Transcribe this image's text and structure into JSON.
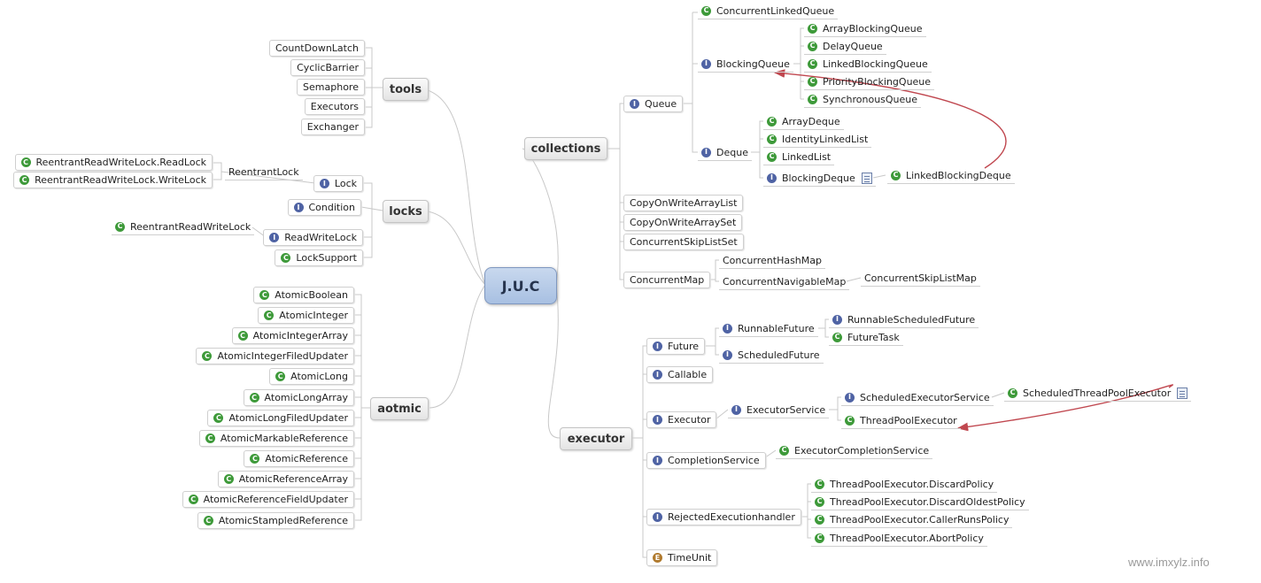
{
  "root": "J.U.C",
  "categories": {
    "tools": "tools",
    "locks": "locks",
    "aotmic": "aotmic",
    "collections": "collections",
    "executor": "executor"
  },
  "tools": [
    "CountDownLatch",
    "CyclicBarrier",
    "Semaphore",
    "Executors",
    "Exchanger"
  ],
  "locks": {
    "reentrant_lock": "ReentrantLock",
    "read_lock": "ReentrantReadWriteLock.ReadLock",
    "write_lock": "ReentrantReadWriteLock.WriteLock",
    "lock": "Lock",
    "condition": "Condition",
    "rrwl": "ReentrantReadWriteLock",
    "read_write_lock": "ReadWriteLock",
    "lock_support": "LockSupport"
  },
  "atomic": [
    "AtomicBoolean",
    "AtomicInteger",
    "AtomicIntegerArray",
    "AtomicIntegerFiledUpdater",
    "AtomicLong",
    "AtomicLongArray",
    "AtomicLongFiledUpdater",
    "AtomicMarkableReference",
    "AtomicReference",
    "AtomicReferenceArray",
    "AtomicReferenceFieldUpdater",
    "AtomicStampledReference"
  ],
  "collections": {
    "queue": "Queue",
    "concurrent_linked_queue": "ConcurrentLinkedQueue",
    "blocking_queue": "BlockingQueue",
    "blocking_queue_impls": [
      "ArrayBlockingQueue",
      "DelayQueue",
      "LinkedBlockingQueue",
      "PriorityBlockingQueue",
      "SynchronousQueue"
    ],
    "deque": "Deque",
    "deque_impls": [
      "ArrayDeque",
      "IdentityLinkedList",
      "LinkedList"
    ],
    "blocking_deque": "BlockingDeque",
    "linked_blocking_deque": "LinkedBlockingDeque",
    "copy_on_write_array_list": "CopyOnWriteArrayList",
    "copy_on_write_array_set": "CopyOnWriteArraySet",
    "concurrent_skip_list_set": "ConcurrentSkipListSet",
    "concurrent_map": "ConcurrentMap",
    "concurrent_hash_map": "ConcurrentHashMap",
    "concurrent_navigable_map": "ConcurrentNavigableMap",
    "concurrent_skip_list_map": "ConcurrentSkipListMap"
  },
  "executor": {
    "future": "Future",
    "runnable_future": "RunnableFuture",
    "runnable_scheduled_future": "RunnableScheduledFuture",
    "future_task": "FutureTask",
    "scheduled_future": "ScheduledFuture",
    "callable": "Callable",
    "executor": "Executor",
    "executor_service": "ExecutorService",
    "scheduled_executor_service": "ScheduledExecutorService",
    "scheduled_thread_pool_executor": "ScheduledThreadPoolExecutor",
    "thread_pool_executor": "ThreadPoolExecutor",
    "completion_service": "CompletionService",
    "executor_completion_service": "ExecutorCompletionService",
    "rejected_execution_handler": "RejectedExecutionhandler",
    "policies": [
      "ThreadPoolExecutor.DiscardPolicy",
      "ThreadPoolExecutor.DiscardOldestPolicy",
      "ThreadPoolExecutor.CallerRunsPolicy",
      "ThreadPoolExecutor.AbortPolicy"
    ],
    "time_unit": "TimeUnit"
  },
  "icons": {
    "class": "C",
    "interface": "I",
    "enum": "E"
  },
  "colors": {
    "class_icon": "#3e9a3a",
    "interface_icon": "#4f63a4",
    "enum_icon": "#b07a2e",
    "arrow": "#c0474f"
  },
  "watermark": "www.imxylz.info"
}
